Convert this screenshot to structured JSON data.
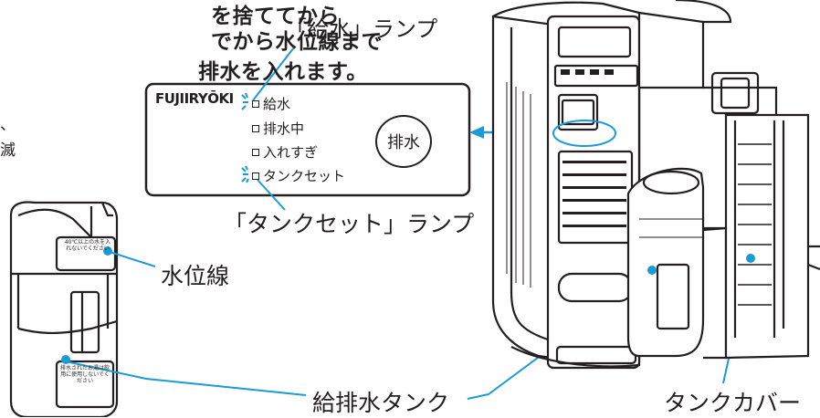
{
  "instructions": {
    "line1": "を捨ててから",
    "line2": "でから水位線まで",
    "line3": "排水を入れます。"
  },
  "side_text": {
    "line1": "、",
    "line2": "滅"
  },
  "panel": {
    "brand": "FUJIIRYŌKI",
    "lamps": [
      "給水",
      "排水中",
      "入れすぎ",
      "タンクセット"
    ],
    "drain_button": "排水"
  },
  "callouts": {
    "supply_lamp": "「給水」ランプ",
    "tank_set_lamp": "「タンクセット」ランプ",
    "water_line": "水位線",
    "tank": "給排水タンク",
    "tank_cover": "タンクカバー"
  },
  "tank_printed": {
    "water_line_note": "40℃以上の水を入れないでください",
    "warning_note": "排水されたお湯は飲用に使用しないでください"
  },
  "colors": {
    "accent": "#1a9ad6",
    "ink": "#231f20"
  }
}
